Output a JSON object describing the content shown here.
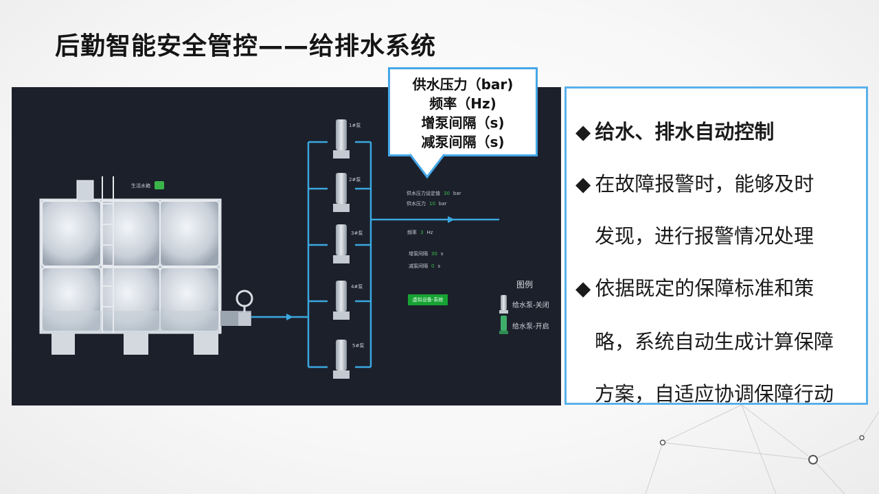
{
  "page": {
    "title": "后勤智能安全管控——给排水系统"
  },
  "scada": {
    "tank_label": "生活水箱",
    "pumps": [
      {
        "label": "1#泵",
        "state": "off"
      },
      {
        "label": "2#泵",
        "state": "off"
      },
      {
        "label": "3#泵",
        "state": "off"
      },
      {
        "label": "4#泵",
        "state": "off"
      },
      {
        "label": "5#泵",
        "state": "off"
      }
    ],
    "readings": {
      "setpoint_label": "供水压力设定值",
      "setpoint_value": "30",
      "setpoint_unit": "bar",
      "pressure_label": "供水压力",
      "pressure_value": "10",
      "pressure_unit": "bar",
      "frequency_label": "频率",
      "frequency_value": "3",
      "frequency_unit": "Hz",
      "add_interval_label": "增泵间隔",
      "add_interval_value": "30",
      "add_interval_unit": "s",
      "reduce_interval_label": "减泵间隔",
      "reduce_interval_value": "0",
      "reduce_interval_unit": "s"
    },
    "virtual_button": "虚拟设备-系统",
    "legend": {
      "title": "图例",
      "off_label": "给水泵-关闭",
      "on_label": "给水泵-开启"
    },
    "colors": {
      "background": "#1c202b",
      "pipe": "#3aa8e0",
      "value_green": "#36c24a"
    }
  },
  "callout": {
    "lines": [
      "供水压力（bar)",
      "频率（Hz)",
      "增泵间隔（s)",
      "减泵间隔（s)"
    ]
  },
  "info": {
    "bullet_symbol": "◆",
    "lines": [
      {
        "text": "给水、排水自动控制",
        "bullet": true,
        "bold": true
      },
      {
        "text": "在故障报警时，能够及时",
        "bullet": true,
        "bold": false
      },
      {
        "text": "发现，进行报警情况处理",
        "bullet": false,
        "bold": false
      },
      {
        "text": "依据既定的保障标准和策",
        "bullet": true,
        "bold": false
      },
      {
        "text": "略，系统自动生成计算保障",
        "bullet": false,
        "bold": false
      },
      {
        "text": "方案，自适应协调保障行动",
        "bullet": false,
        "bold": false
      }
    ]
  }
}
